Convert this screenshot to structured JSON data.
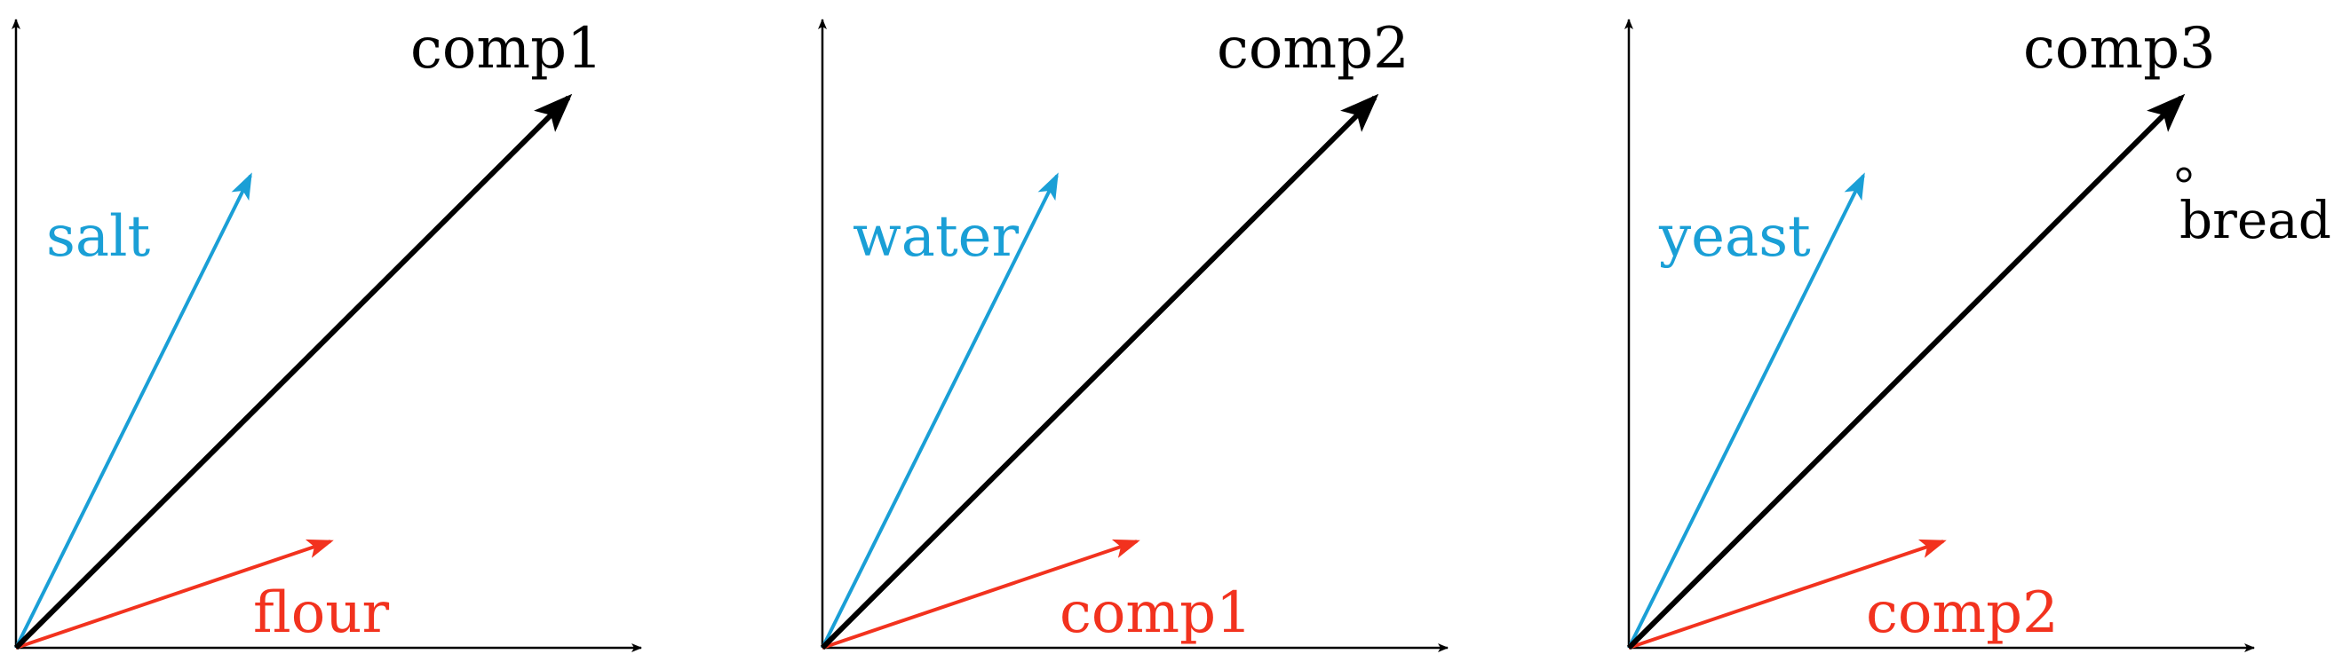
{
  "colors": {
    "axis": "#000000",
    "result": "#000000",
    "blue": "#1a9fd6",
    "red": "#f2321e"
  },
  "panels": [
    {
      "result_label": "comp1",
      "blue_label": "salt",
      "red_label": "flour",
      "extra_label": ""
    },
    {
      "result_label": "comp2",
      "blue_label": "water",
      "red_label": "comp1",
      "extra_label": ""
    },
    {
      "result_label": "comp3",
      "blue_label": "yeast",
      "red_label": "comp2",
      "extra_label": "bread"
    }
  ]
}
